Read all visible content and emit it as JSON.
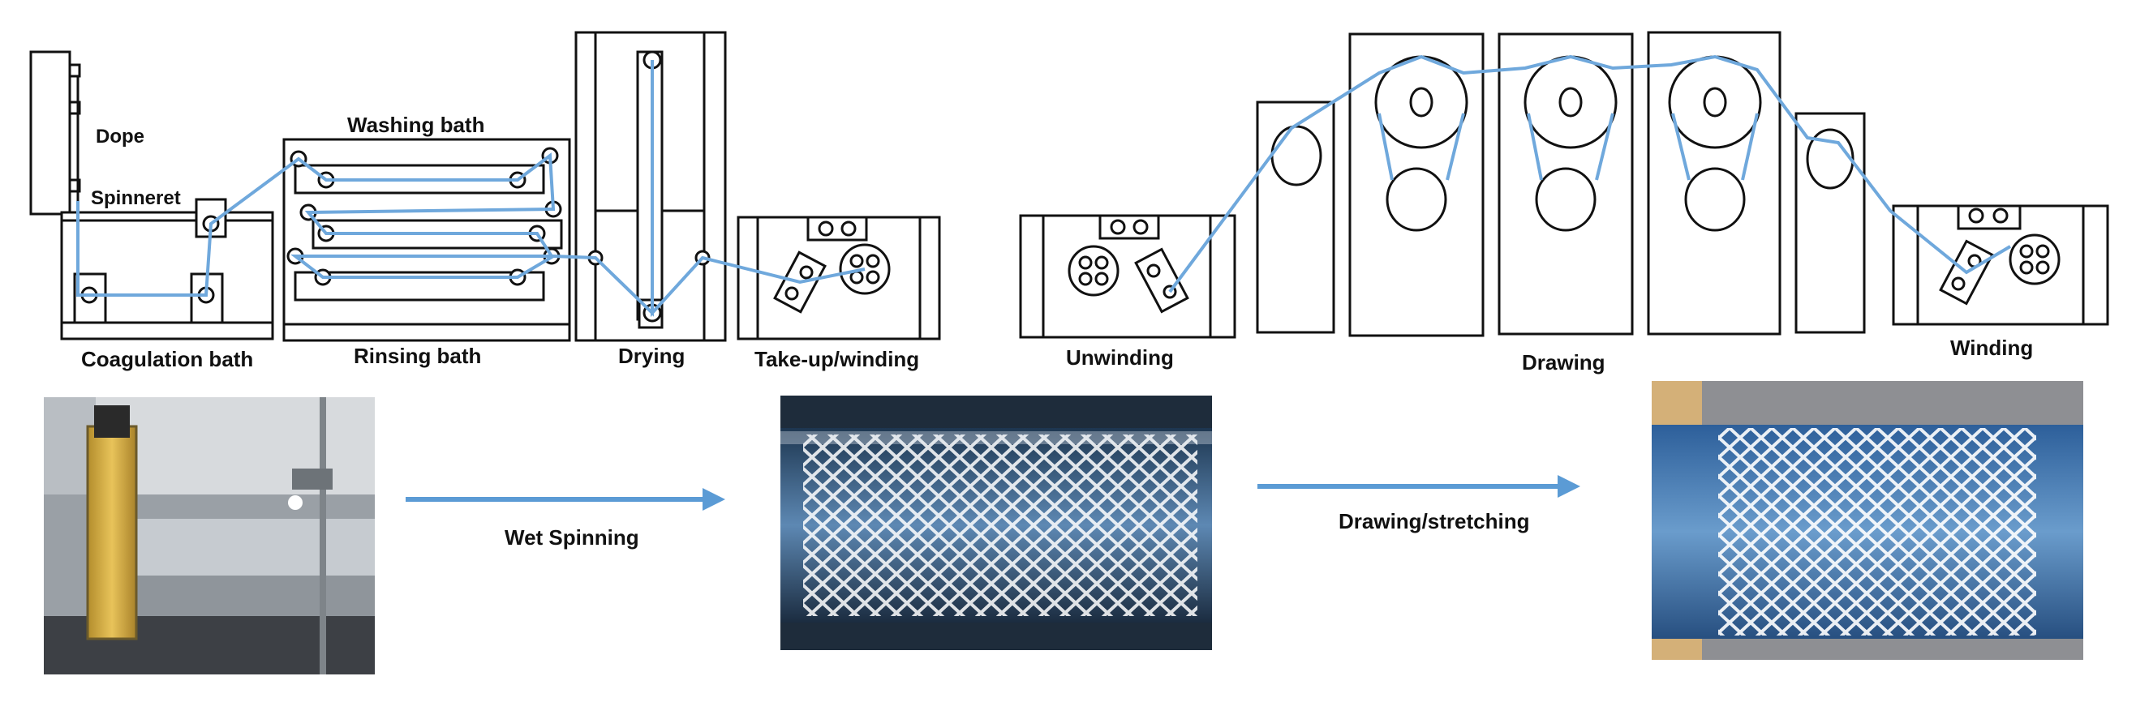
{
  "labels": {
    "dope": "Dope",
    "spinneret": "Spinneret",
    "washing_bath": "Washing bath",
    "coagulation_bath": "Coagulation bath",
    "rinsing_bath": "Rinsing bath",
    "drying": "Drying",
    "take_up_winding": "Take-up/winding",
    "unwinding": "Unwinding",
    "drawing": "Drawing",
    "winding": "Winding",
    "wet_spinning": "Wet Spinning",
    "drawing_stretching": "Drawing/stretching"
  },
  "colors": {
    "fiber": "#6fa8dc",
    "arrow": "#5b9bd5",
    "outline": "#111111"
  }
}
